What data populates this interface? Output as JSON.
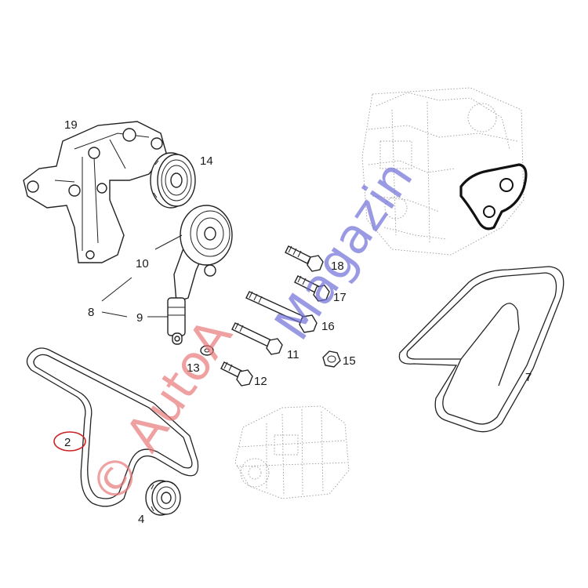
{
  "labels": {
    "p2": "2",
    "p4": "4",
    "p7": "7",
    "p8": "8",
    "p9": "9",
    "p10": "10",
    "p11": "11",
    "p12": "12",
    "p13": "13",
    "p14": "14",
    "p15": "15",
    "p16": "16",
    "p17": "17",
    "p18": "18",
    "p19": "19"
  },
  "watermark": {
    "part1": "© AutoA",
    "part2": "Magazin"
  },
  "colors": {
    "highlight_circle": "#cc2222",
    "watermark_red": "#e87777",
    "watermark_blue": "#6f6fd9"
  }
}
